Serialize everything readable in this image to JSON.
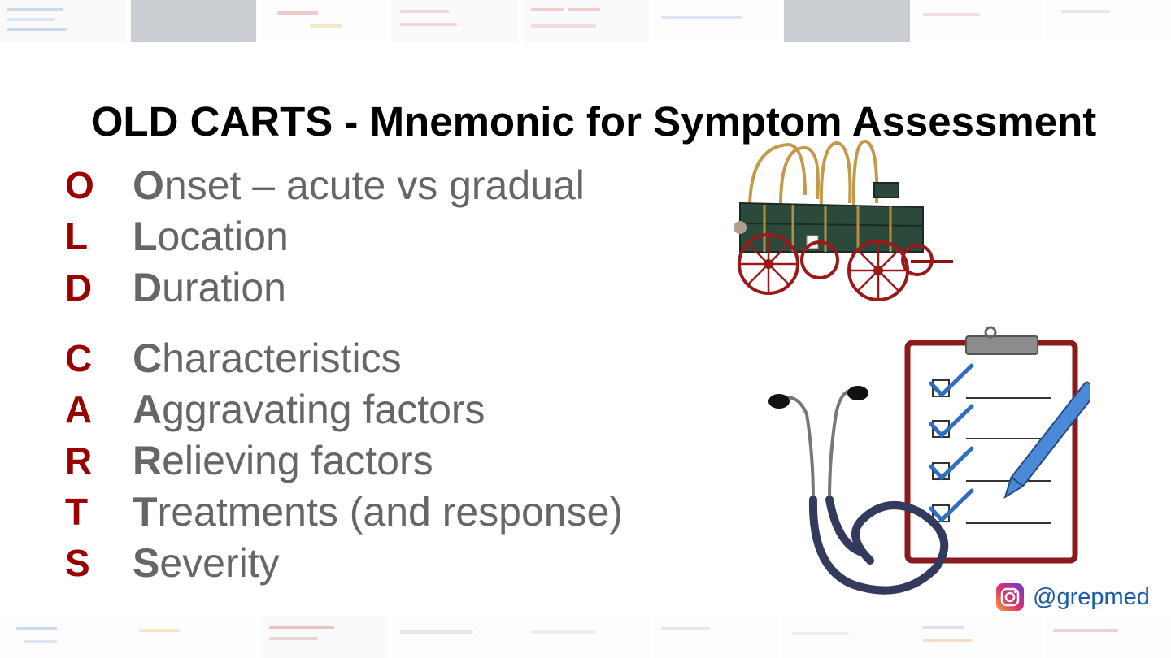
{
  "title": "OLD CARTS - Mnemonic for Symptom Assessment",
  "mnemonic": [
    {
      "letter": "O",
      "first": "O",
      "rest": "nset – acute vs gradual"
    },
    {
      "letter": "L",
      "first": "L",
      "rest": "ocation"
    },
    {
      "letter": "D",
      "first": "D",
      "rest": "uration"
    },
    {
      "letter": "C",
      "first": "C",
      "rest": "haracteristics"
    },
    {
      "letter": "A",
      "first": "A",
      "rest": "ggravating factors"
    },
    {
      "letter": "R",
      "first": "R",
      "rest": "elieving factors"
    },
    {
      "letter": "T",
      "first": "T",
      "rest": "reatments (and response)"
    },
    {
      "letter": "S",
      "first": "S",
      "rest": "everity"
    }
  ],
  "social": {
    "icon": "instagram-icon",
    "handle": "@grepmed"
  },
  "colors": {
    "letter": "#990000",
    "term": "#666666",
    "handle": "#1a5aa8",
    "clipboard_border": "#8b1a1a",
    "check": "#2f6fc0",
    "stethoscope": "#333a5c"
  }
}
